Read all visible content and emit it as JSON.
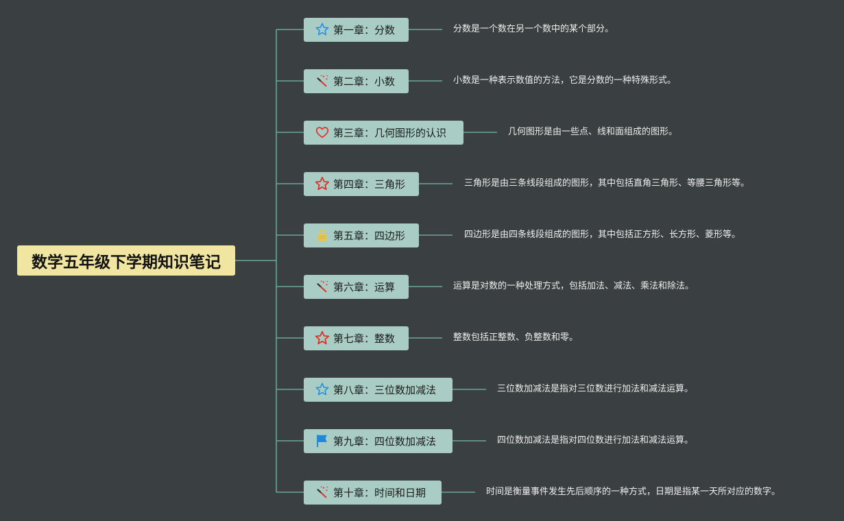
{
  "root": {
    "title": "数学五年级下学期知识笔记"
  },
  "chapters": [
    {
      "title": "第一章：分数",
      "icon": "star-blue-icon",
      "description": "分数是一个数在另一个数中的某个部分。"
    },
    {
      "title": "第二章：小数",
      "icon": "magic-wand-icon",
      "description": "小数是一种表示数值的方法，它是分数的一种特殊形式。"
    },
    {
      "title": "第三章：几何图形的认识",
      "icon": "heart-icon",
      "description": "几何图形是由一些点、线和面组成的图形。"
    },
    {
      "title": "第四章：三角形",
      "icon": "star-red-icon",
      "description": "三角形是由三条线段组成的图形，其中包括直角三角形、等腰三角形等。"
    },
    {
      "title": "第五章：四边形",
      "icon": "lock-icon",
      "description": "四边形是由四条线段组成的图形，其中包括正方形、长方形、菱形等。"
    },
    {
      "title": "第六章：运算",
      "icon": "magic-wand-icon",
      "description": "运算是对数的一种处理方式，包括加法、减法、乘法和除法。"
    },
    {
      "title": "第七章：整数",
      "icon": "star-red-icon",
      "description": "整数包括正整数、负整数和零。"
    },
    {
      "title": "第八章：三位数加减法",
      "icon": "star-blue-icon",
      "description": "三位数加减法是指对三位数进行加法和减法运算。"
    },
    {
      "title": "第九章：四位数加减法",
      "icon": "flag-icon",
      "description": "四位数加减法是指对四位数进行加法和减法运算。"
    },
    {
      "title": "第十章：时间和日期",
      "icon": "magic-wand-icon",
      "description": "时间是衡量事件发生先后顺序的一种方式，日期是指某一天所对应的数字。"
    }
  ],
  "colors": {
    "background": "#3a3f41",
    "root_fill": "#f0e6a2",
    "node_fill": "#a9cdc5",
    "line": "#6aa899",
    "description_text": "#eeeeee"
  }
}
